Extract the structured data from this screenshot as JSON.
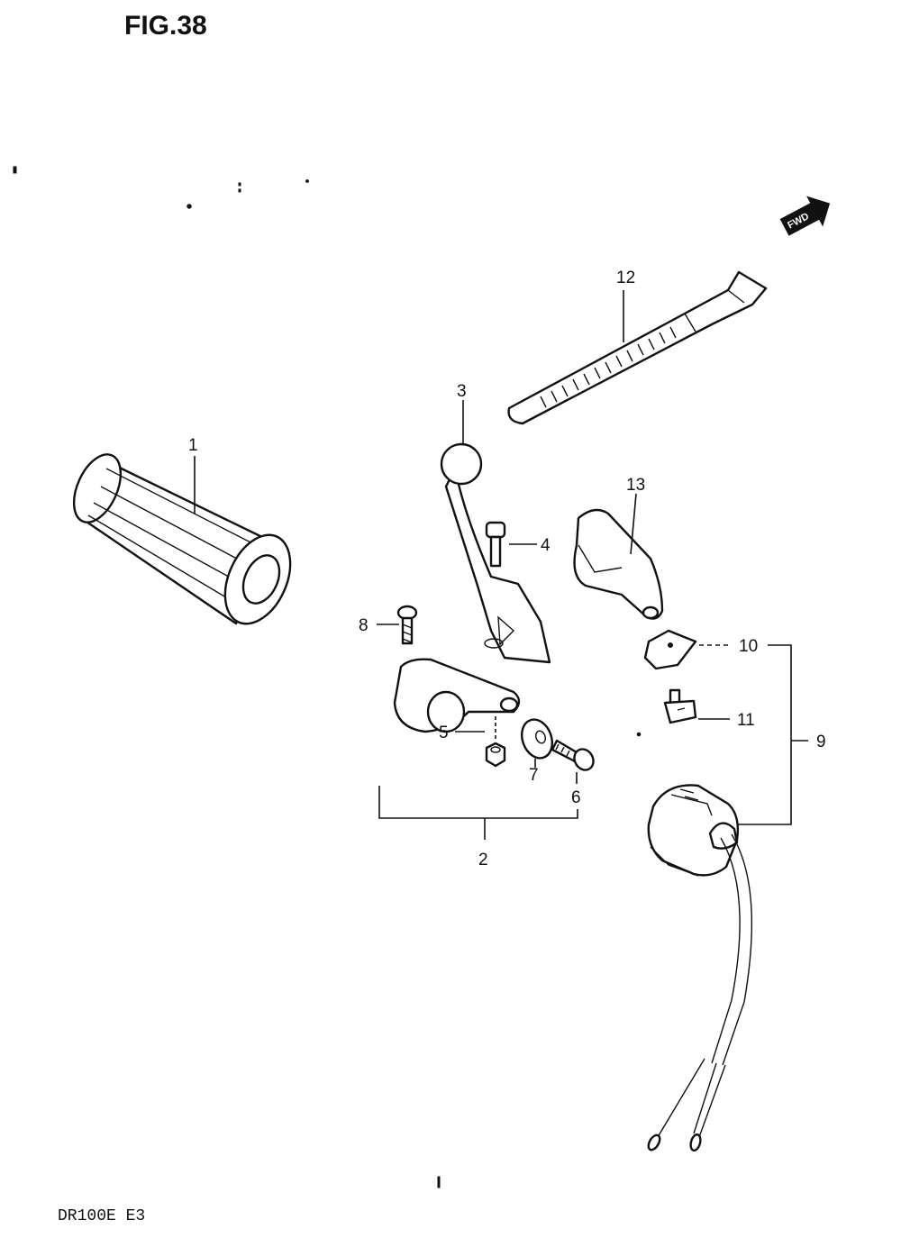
{
  "figure": {
    "title": "FIG.38",
    "model_code": "DR100E  E3"
  },
  "fwd_badge": {
    "label": "FWD",
    "icon": "forward-arrow-icon"
  },
  "callouts": {
    "c1": "1",
    "c2": "2",
    "c3": "3",
    "c4": "4",
    "c5": "5",
    "c6": "6",
    "c7": "7",
    "c8": "8",
    "c9": "9",
    "c10": "10",
    "c11": "11",
    "c12": "12",
    "c13": "13"
  },
  "parts": [
    {
      "number": "1",
      "icon": "handlebar-grip-icon"
    },
    {
      "number": "2",
      "icon": "lever-assembly-bracket-icon"
    },
    {
      "number": "3",
      "icon": "clutch-lever-icon"
    },
    {
      "number": "4",
      "icon": "pivot-bolt-icon"
    },
    {
      "number": "5",
      "icon": "nut-icon"
    },
    {
      "number": "6",
      "icon": "adjuster-bolt-icon"
    },
    {
      "number": "7",
      "icon": "washer-icon"
    },
    {
      "number": "8",
      "icon": "screw-icon"
    },
    {
      "number": "9",
      "icon": "switch-assembly-bracket-icon"
    },
    {
      "number": "10",
      "icon": "switch-knob-icon"
    },
    {
      "number": "11",
      "icon": "switch-button-icon"
    },
    {
      "number": "12",
      "icon": "cable-tie-icon"
    },
    {
      "number": "13",
      "icon": "lever-cover-icon"
    }
  ]
}
